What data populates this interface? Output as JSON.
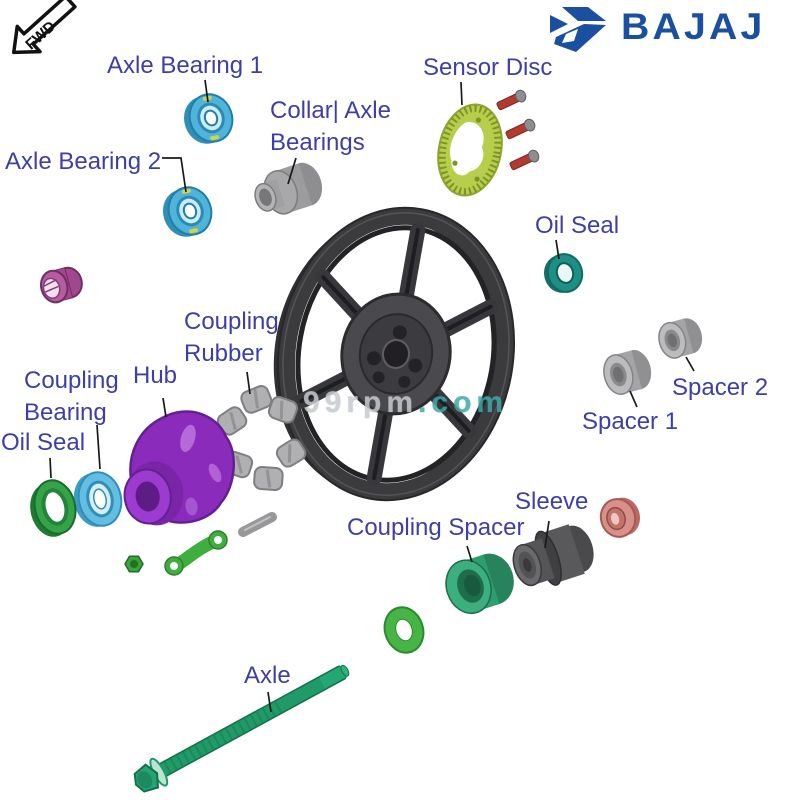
{
  "header": {
    "fwd_marker": "FWD",
    "brand": "BAJAJ"
  },
  "watermark": {
    "name": "99rpm",
    "tld": ".com"
  },
  "diagram": {
    "labels": {
      "axle_bearing_1": "Axle Bearing 1",
      "axle_bearing_2": "Axle Bearing 2",
      "collar_axle_bearings": "Collar| Axle\nBearings",
      "sensor_disc": "Sensor Disc",
      "oil_seal_right": "Oil Seal",
      "coupling_rubber": "Coupling\nRubber",
      "hub": "Hub",
      "coupling_bearing": "Coupling\nBearing",
      "oil_seal_left": "Oil Seal",
      "spacer_1": "Spacer 1",
      "spacer_2": "Spacer 2",
      "sleeve": "Sleeve",
      "coupling_spacer": "Coupling Spacer",
      "axle": "Axle"
    }
  },
  "colors": {
    "label_text": "#3E3EA8",
    "brand_blue": "#1B4FA0",
    "watermark_gray": "#C7CBCE",
    "watermark_teal": "#3FA9A5",
    "bearing_blue": "#4FB3DA",
    "coupling_bearing_blue": "#63BEE2",
    "hub_purple": "#8A2BBC",
    "axle_green": "#1F9A68",
    "oil_seal_green": "#35A449",
    "oil_seal_teal": "#1E8F84",
    "sensor_disc_green": "#B7CE4C",
    "screw_red": "#B23A30",
    "sleeve_gray": "#59595B",
    "spacer_gray": "#A4A4A6",
    "coupling_spacer_green": "#2E9E6E",
    "pink_ring": "#D8918A",
    "wheel_dark": "#3B3B3E",
    "magenta_flange": "#A1478F"
  }
}
